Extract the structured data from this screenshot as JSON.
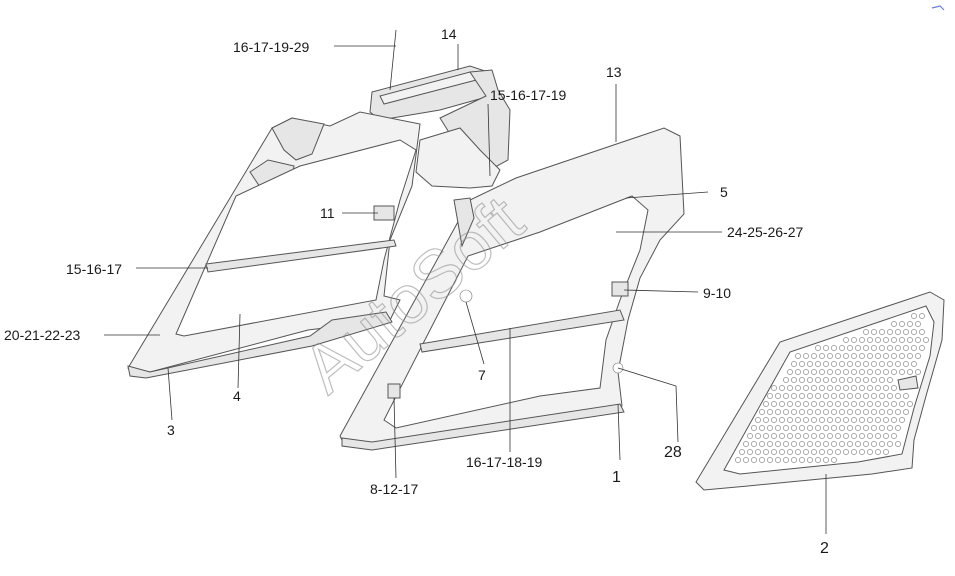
{
  "diagram": {
    "watermark": "AutoSoft",
    "callouts": {
      "c_16_17_19_29": "16-17-19-29",
      "c_14": "14",
      "c_15_16_17_19": "15-16-17-19",
      "c_13": "13",
      "c_5": "5",
      "c_24_25_26_27": "24-25-26-27",
      "c_11": "11",
      "c_15_16_17": "15-16-17",
      "c_9_10": "9-10",
      "c_20_21_22_23": "20-21-22-23",
      "c_7": "7",
      "c_4": "4",
      "c_3": "3",
      "c_28": "28",
      "c_16_17_18_19": "16-17-18-19",
      "c_1": "1",
      "c_8_12_17": "8-12-17",
      "c_2": "2"
    }
  }
}
